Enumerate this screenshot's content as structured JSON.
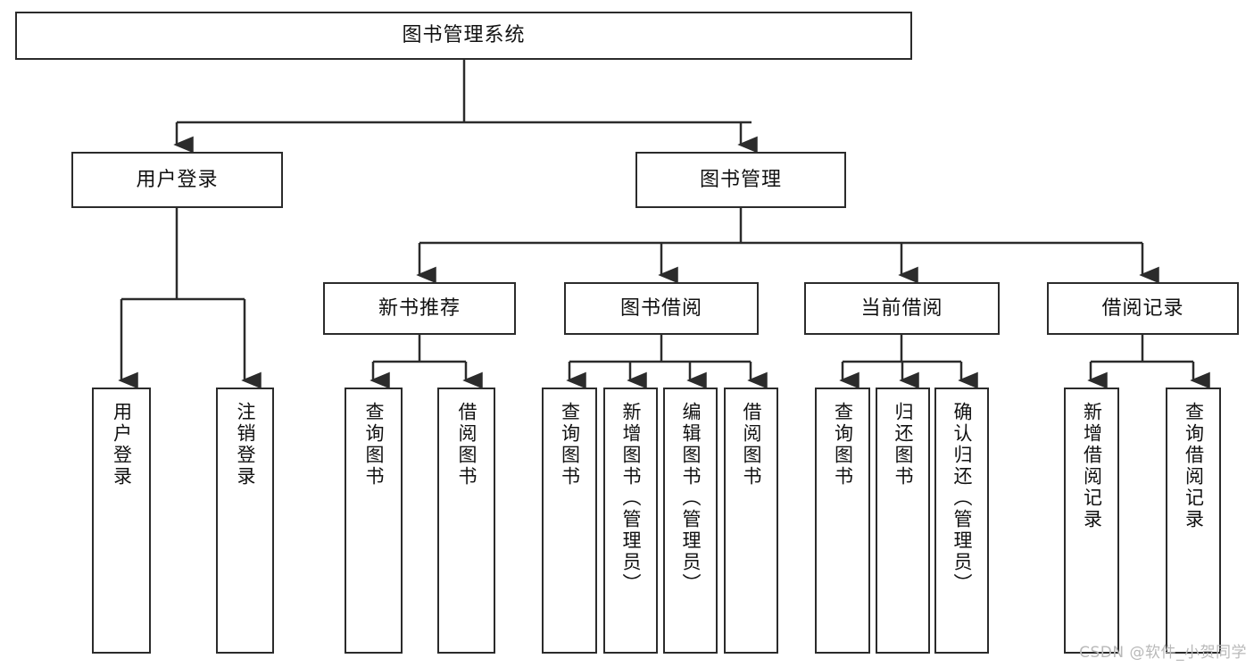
{
  "diagram": {
    "title": "图书管理系统",
    "type": "tree-hierarchy",
    "nodes": {
      "root": {
        "label": "图书管理系统"
      },
      "user_login": {
        "label": "用户登录"
      },
      "book_manage": {
        "label": "图书管理"
      },
      "new_book_rec": {
        "label": "新书推荐"
      },
      "book_borrow": {
        "label": "图书借阅"
      },
      "current_borrow": {
        "label": "当前借阅"
      },
      "borrow_record": {
        "label": "借阅记录"
      },
      "leaf_user_login": {
        "label": "用户登录"
      },
      "leaf_logout": {
        "label": "注销登录"
      },
      "leaf_query_book_a": {
        "label": "查询图书"
      },
      "leaf_borrow_book_a": {
        "label": "借阅图书"
      },
      "leaf_query_book_b": {
        "label": "查询图书"
      },
      "leaf_add_book": {
        "label": "新增图书（管理员）"
      },
      "leaf_edit_book": {
        "label": "编辑图书（管理员）"
      },
      "leaf_borrow_book_b": {
        "label": "借阅图书"
      },
      "leaf_query_book_c": {
        "label": "查询图书"
      },
      "leaf_return_book": {
        "label": "归还图书"
      },
      "leaf_confirm_return": {
        "label": "确认归还（管理员）"
      },
      "leaf_add_record": {
        "label": "新增借阅记录"
      },
      "leaf_query_record": {
        "label": "查询借阅记录"
      }
    },
    "edges": [
      {
        "from": "root",
        "to": "user_login"
      },
      {
        "from": "root",
        "to": "book_manage"
      },
      {
        "from": "user_login",
        "to": "leaf_user_login"
      },
      {
        "from": "user_login",
        "to": "leaf_logout"
      },
      {
        "from": "book_manage",
        "to": "new_book_rec"
      },
      {
        "from": "book_manage",
        "to": "book_borrow"
      },
      {
        "from": "book_manage",
        "to": "current_borrow"
      },
      {
        "from": "book_manage",
        "to": "borrow_record"
      },
      {
        "from": "new_book_rec",
        "to": "leaf_query_book_a"
      },
      {
        "from": "new_book_rec",
        "to": "leaf_borrow_book_a"
      },
      {
        "from": "book_borrow",
        "to": "leaf_query_book_b"
      },
      {
        "from": "book_borrow",
        "to": "leaf_add_book"
      },
      {
        "from": "book_borrow",
        "to": "leaf_edit_book"
      },
      {
        "from": "book_borrow",
        "to": "leaf_borrow_book_b"
      },
      {
        "from": "current_borrow",
        "to": "leaf_query_book_c"
      },
      {
        "from": "current_borrow",
        "to": "leaf_return_book"
      },
      {
        "from": "current_borrow",
        "to": "leaf_confirm_return"
      },
      {
        "from": "borrow_record",
        "to": "leaf_add_record"
      },
      {
        "from": "borrow_record",
        "to": "leaf_query_record"
      }
    ],
    "colors": {
      "stroke": "#2b2b2b",
      "fill": "#ffffff",
      "text": "#111111",
      "watermark": "#b9b9b9"
    }
  },
  "watermark": {
    "text": "CSDN @软件_小贺同学"
  }
}
